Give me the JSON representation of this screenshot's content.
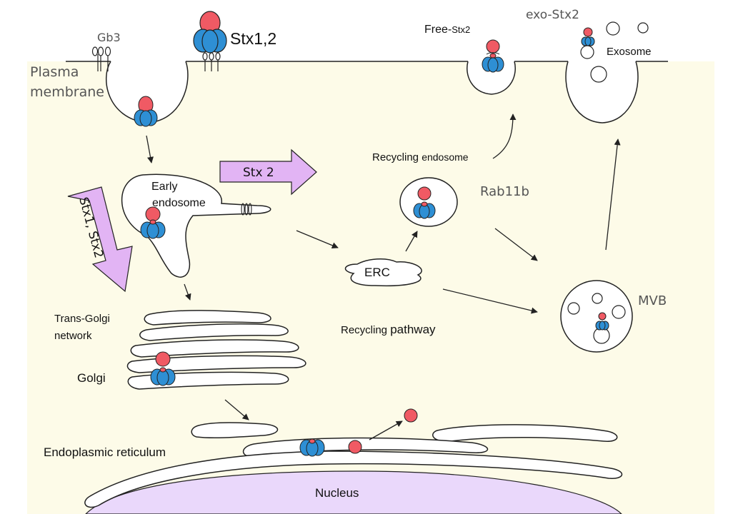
{
  "labels": {
    "gb3": "Gb3",
    "stx12": "Stx1,2",
    "free_prefix": "Free-",
    "free_suffix": "Stx2",
    "exo_stx2": "exo-Stx2",
    "exosome": "Exosome",
    "plasma_line1": "Plasma",
    "plasma_line2": "membrane",
    "early_line1": "Early",
    "early_line2": "endosome",
    "stx2_arrow": "Stx 2",
    "recycling_endosome_a": "Recycling",
    "recycling_endosome_b": "endosome",
    "rab11b": "Rab11b",
    "stx1_stx2_arrow": "Stx1, Stx2",
    "erc": "ERC",
    "tgn_line1": "Trans-Golgi",
    "tgn_line2": "network",
    "recycling_pathway_a": "Recycling",
    "recycling_pathway_b": "pathway",
    "mvb": "MVB",
    "golgi": "Golgi",
    "er": "Endoplasmic reticulum",
    "nucleus": "Nucleus"
  },
  "colors": {
    "cytoplasm": "#fdfbe8",
    "toxin_a_subunit": "#f05a64",
    "toxin_b_subunit": "#2e8fd4",
    "arrow_fill": "#e2b4f4",
    "nucleus": "#ead8fb",
    "outline": "#222222"
  }
}
